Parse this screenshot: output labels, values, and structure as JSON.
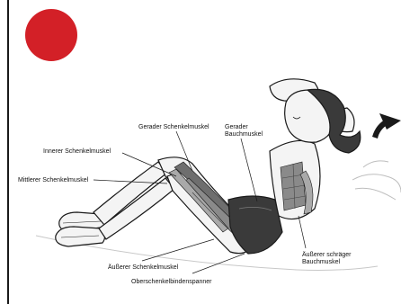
{
  "colors": {
    "marker": "#d32027",
    "ink": "#1a1a1a",
    "muscle": "#6e6e6e",
    "muscle_light": "#a9a9a9",
    "skin": "#f4f4f4"
  },
  "labels": {
    "gerader_schenkelmuskel": "Gerader Schenkelmuskel",
    "gerader_bauchmuskel": "Gerader Bauchmuskel",
    "innerer_schenkelmuskel": "Innerer Schenkelmuskel",
    "mittlerer_schenkelmuskel": "Mittlerer Schenkelmuskel",
    "aeusserer_schenkelmuskel": "Äußerer Schenkelmuskel",
    "oberschenkelbindenspanner": "Oberschenkelbindenspanner",
    "aeusserer_schraeger_bauchmuskel": "Äußerer schräger Bauchmuskel"
  },
  "icons": {
    "marker": "red-dot-icon",
    "movement_arrow": "curved-arrow-icon"
  }
}
